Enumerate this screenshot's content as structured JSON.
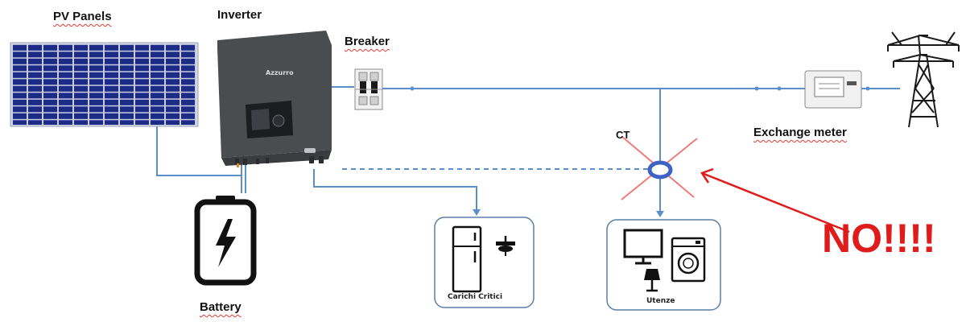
{
  "labels": {
    "pv_panels": "PV Panels",
    "inverter": "Inverter",
    "breaker": "Breaker",
    "exchange_meter": "Exchange meter",
    "battery": "Battery",
    "ct": "CT",
    "critical_loads": "Carichi Critici",
    "loads": "Utenze",
    "warning": "NO!!!!",
    "inverter_brand": "Azzurro"
  },
  "icons": {
    "pv_panels": "solar-panel-icon",
    "inverter": "inverter-icon",
    "breaker": "breaker-icon",
    "battery": "battery-icon",
    "meter": "energy-meter-icon",
    "grid": "power-pylon-icon",
    "fridge": "fridge-icon",
    "ceiling_fan": "ceiling-fan-icon",
    "tv": "tv-icon",
    "washing_machine": "washing-machine-icon",
    "lamp": "lamp-icon"
  },
  "colors": {
    "wire": "#5b8fc7",
    "warning": "#e01b1b",
    "inverter_body": "#4a4d50",
    "panel_cell": "#1c2c86"
  }
}
